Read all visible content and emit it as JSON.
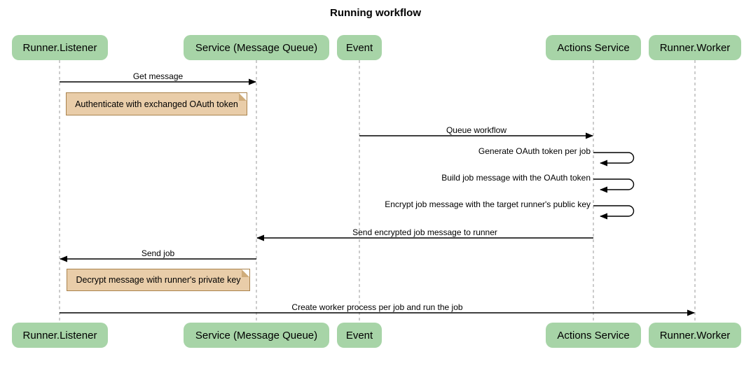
{
  "title": "Running workflow",
  "colors": {
    "actor_fill": "#A7D4A7",
    "note_fill": "#E9CDA9",
    "note_border": "#A9824C",
    "lifeline": "#999999",
    "arrow": "#000000"
  },
  "actors": [
    {
      "label": "Runner.Listener"
    },
    {
      "label": "Service (Message Queue)"
    },
    {
      "label": "Event"
    },
    {
      "label": "Actions Service"
    },
    {
      "label": "Runner.Worker"
    }
  ],
  "messages": [
    {
      "label": "Get message",
      "from": "Runner.Listener",
      "to": "Service (Message Queue)"
    },
    {
      "label": "Queue workflow",
      "from": "Event",
      "to": "Actions Service"
    },
    {
      "label": "Generate OAuth token per job",
      "from": "Actions Service",
      "to": "Actions Service",
      "self": true
    },
    {
      "label": "Build job message with the OAuth token",
      "from": "Actions Service",
      "to": "Actions Service",
      "self": true
    },
    {
      "label": "Encrypt job message with the target runner's public key",
      "from": "Actions Service",
      "to": "Actions Service",
      "self": true
    },
    {
      "label": "Send encrypted job message to runner",
      "from": "Actions Service",
      "to": "Service (Message Queue)"
    },
    {
      "label": "Send job",
      "from": "Service (Message Queue)",
      "to": "Runner.Listener"
    },
    {
      "label": "Create worker process per job and run the job",
      "from": "Runner.Listener",
      "to": "Runner.Worker"
    }
  ],
  "notes": [
    {
      "label": "Authenticate with exchanged OAuth token",
      "over": "Runner.Listener"
    },
    {
      "label": "Decrypt message with runner's private key",
      "over": "Runner.Listener"
    }
  ]
}
